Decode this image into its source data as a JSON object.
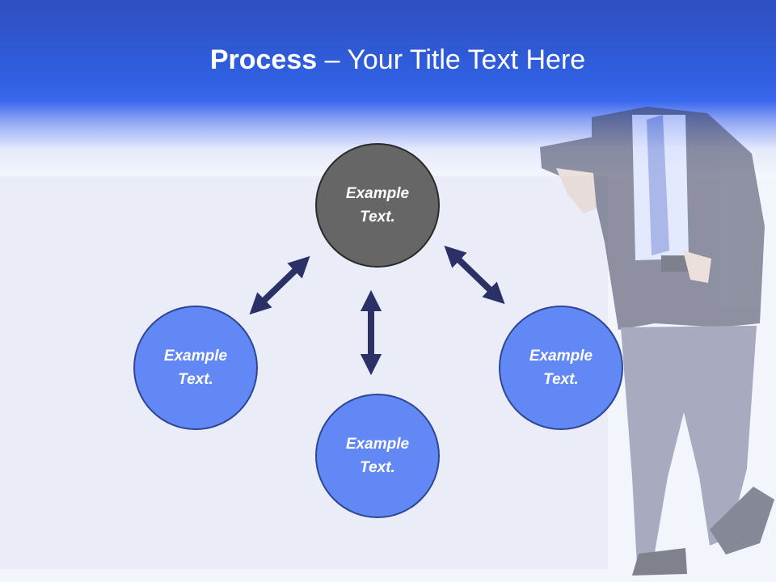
{
  "slide": {
    "title_bold": "Process",
    "title_rest": " – Your Title Text Here"
  },
  "diagram": {
    "nodes": [
      {
        "id": "top",
        "text": "Example Text."
      },
      {
        "id": "left",
        "text": "Example Text."
      },
      {
        "id": "bottom",
        "text": "Example Text."
      },
      {
        "id": "right",
        "text": "Example Text."
      }
    ],
    "connectors": [
      {
        "from": "top",
        "to": "left",
        "direction": "both"
      },
      {
        "from": "top",
        "to": "bottom",
        "direction": "both"
      },
      {
        "from": "top",
        "to": "right",
        "direction": "both"
      }
    ]
  },
  "colors": {
    "header": "#2f5fe0",
    "center_node": "#666666",
    "outer_node": "#6288f6",
    "arrow": "#2b3066"
  }
}
